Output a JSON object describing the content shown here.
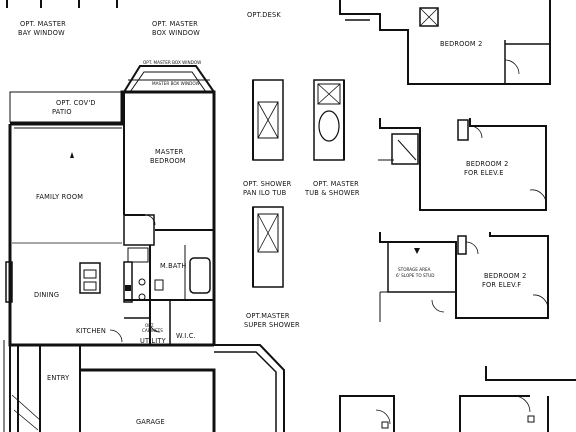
{
  "labels": {
    "opt_master_bay_window": [
      "OPT. MASTER",
      "BAY WINDOW"
    ],
    "opt_master_box_window": [
      "OPT. MASTER",
      "BOX WINDOW"
    ],
    "opt_desk": "OPT.DESK",
    "opt_master_box_window_small": "OPT. MASTER BOX WINDOW",
    "master_box_window_small": "MASTER BOX WINDOW",
    "opt_covd_patio": [
      "OPT. COV'D",
      "PATIO"
    ],
    "master_bedroom": [
      "MASTER",
      "BEDROOM"
    ],
    "family_room": "FAMILY ROOM",
    "dining": "DINING",
    "kitchen": "KITCHEN",
    "entry": "ENTRY",
    "garage": "GARAGE",
    "m_bath": "M.BATH",
    "wic": "W.I.C.",
    "utility": "UTILITY",
    "opt_cabinets": [
      "OPT.",
      "CABINETS"
    ],
    "opt_shower_pan": [
      "OPT. SHOWER",
      "PAN ILO TUB"
    ],
    "opt_master_tub_shower": [
      "OPT. MASTER",
      "TUB & SHOWER"
    ],
    "opt_master_super_shower": [
      "OPT.MASTER",
      "SUPER SHOWER"
    ],
    "bedroom_2": "BEDROOM 2",
    "bedroom_2_elev_e": [
      "BEDROOM 2",
      "FOR ELEV.E"
    ],
    "bedroom_2_elev_f": [
      "BEDROOM 2",
      "FOR ELEV.F"
    ],
    "storage_area": [
      "STORAGE AREA",
      "6' SLOPE TO STUD"
    ]
  }
}
